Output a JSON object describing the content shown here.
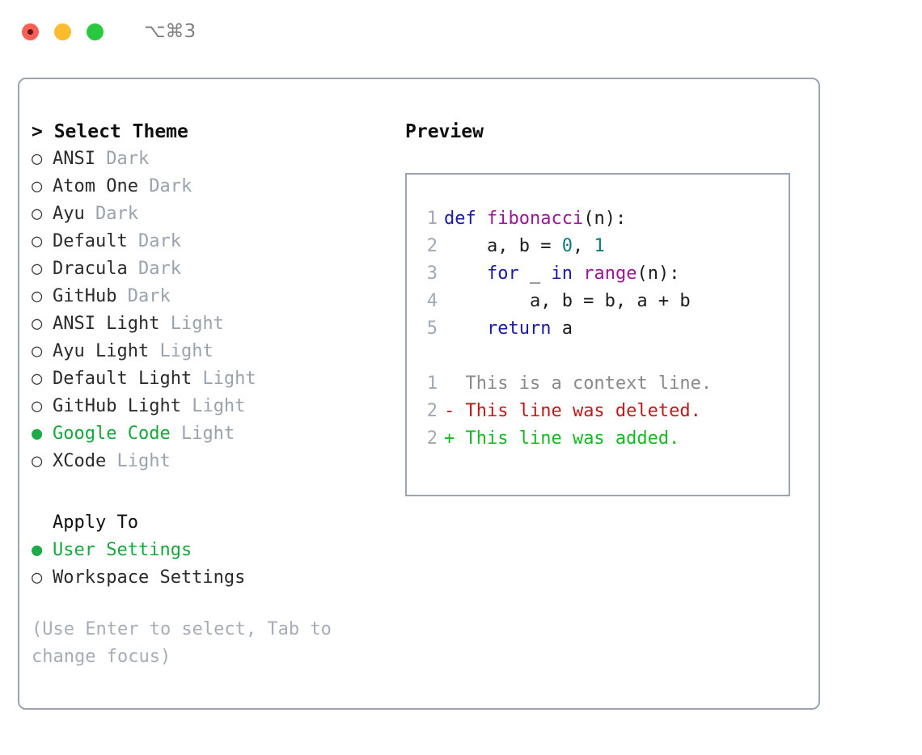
{
  "titlebar": {
    "shortcut": "⌥⌘3",
    "buttons": [
      {
        "name": "close",
        "color": "#fa5e57"
      },
      {
        "name": "minimize",
        "color": "#fcbc2e"
      },
      {
        "name": "zoom",
        "color": "#28c83f"
      }
    ]
  },
  "theme_picker": {
    "heading": "> Select Theme",
    "marker_selected": "●",
    "marker_unselected": "○",
    "selected_color": "#17a83c",
    "items": [
      {
        "name": "ANSI",
        "variant": "Dark",
        "selected": false
      },
      {
        "name": "Atom One",
        "variant": "Dark",
        "selected": false
      },
      {
        "name": "Ayu",
        "variant": "Dark",
        "selected": false
      },
      {
        "name": "Default",
        "variant": "Dark",
        "selected": false
      },
      {
        "name": "Dracula",
        "variant": "Dark",
        "selected": false
      },
      {
        "name": "GitHub",
        "variant": "Dark",
        "selected": false
      },
      {
        "name": "ANSI Light",
        "variant": "Light",
        "selected": false
      },
      {
        "name": "Ayu Light",
        "variant": "Light",
        "selected": false
      },
      {
        "name": "Default Light",
        "variant": "Light",
        "selected": false
      },
      {
        "name": "GitHub Light",
        "variant": "Light",
        "selected": false
      },
      {
        "name": "Google Code",
        "variant": "Light",
        "selected": true
      },
      {
        "name": "XCode",
        "variant": "Light",
        "selected": false
      }
    ]
  },
  "apply_to": {
    "heading": "Apply To",
    "items": [
      {
        "name": "User Settings",
        "selected": true
      },
      {
        "name": "Workspace Settings",
        "selected": false
      }
    ]
  },
  "hint": "(Use Enter to select, Tab to\nchange focus)",
  "preview": {
    "title": "Preview",
    "code_lines": [
      {
        "num": "1",
        "tokens": [
          {
            "t": "def",
            "c": "kw"
          },
          {
            "t": " ",
            "c": "txt"
          },
          {
            "t": "fibonacci",
            "c": "fn"
          },
          {
            "t": "(n):",
            "c": "punct"
          }
        ]
      },
      {
        "num": "2",
        "tokens": [
          {
            "t": "    a, b = ",
            "c": "txt"
          },
          {
            "t": "0",
            "c": "num"
          },
          {
            "t": ", ",
            "c": "txt"
          },
          {
            "t": "1",
            "c": "num"
          }
        ]
      },
      {
        "num": "3",
        "tokens": [
          {
            "t": "    ",
            "c": "txt"
          },
          {
            "t": "for",
            "c": "kw"
          },
          {
            "t": " _ ",
            "c": "txt"
          },
          {
            "t": "in",
            "c": "kw"
          },
          {
            "t": " ",
            "c": "txt"
          },
          {
            "t": "range",
            "c": "fn"
          },
          {
            "t": "(n):",
            "c": "punct"
          }
        ]
      },
      {
        "num": "4",
        "tokens": [
          {
            "t": "        a, b = b, a + b",
            "c": "txt"
          }
        ]
      },
      {
        "num": "5",
        "tokens": [
          {
            "t": "    ",
            "c": "txt"
          },
          {
            "t": "return",
            "c": "kw"
          },
          {
            "t": " a",
            "c": "txt"
          }
        ]
      }
    ],
    "diff_lines": [
      {
        "num": "1",
        "marker": " ",
        "text": " This is a context line.",
        "kind": "ctx"
      },
      {
        "num": "2",
        "marker": "-",
        "text": " This line was deleted.",
        "kind": "del"
      },
      {
        "num": "2",
        "marker": "+",
        "text": " This line was added.",
        "kind": "add"
      }
    ]
  },
  "colors": {
    "border": "#9aa5b1",
    "keyword": "#1a1aa8",
    "function": "#9c1596",
    "number": "#0b7b7b",
    "muted": "#9aa3ad",
    "diff_added": "#13ba22",
    "diff_deleted": "#c01818",
    "diff_context": "#8a8a8a",
    "accent_green": "#17a83c"
  }
}
